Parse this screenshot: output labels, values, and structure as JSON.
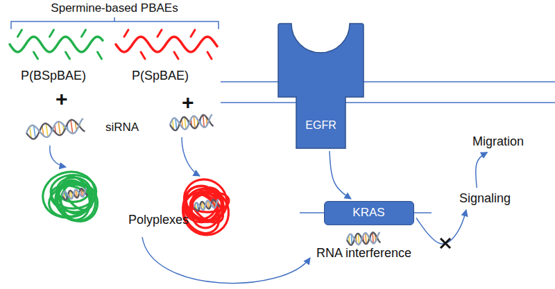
{
  "diagram": {
    "nodes": [
      {
        "text": [
          "EGFR"
        ]
      },
      {
        "text": [
          "KRAS"
        ]
      },
      {
        "text": [
          "Signaling"
        ]
      },
      {
        "text": [
          "Migration"
        ]
      }
    ],
    "edges": [
      {
        "from": 0,
        "to": 1,
        "arrow": "to"
      },
      {
        "from": 1,
        "to": 2,
        "arrow": "to"
      },
      {
        "from": 2,
        "to": 3,
        "arrow": "to"
      }
    ],
    "labels": [
      "Spermine-based PBAEs",
      "P(BSpBAE)",
      "P(SpBAE)",
      "+",
      "+",
      "siRNA",
      "Polyplexes",
      "RNA interference"
    ]
  }
}
